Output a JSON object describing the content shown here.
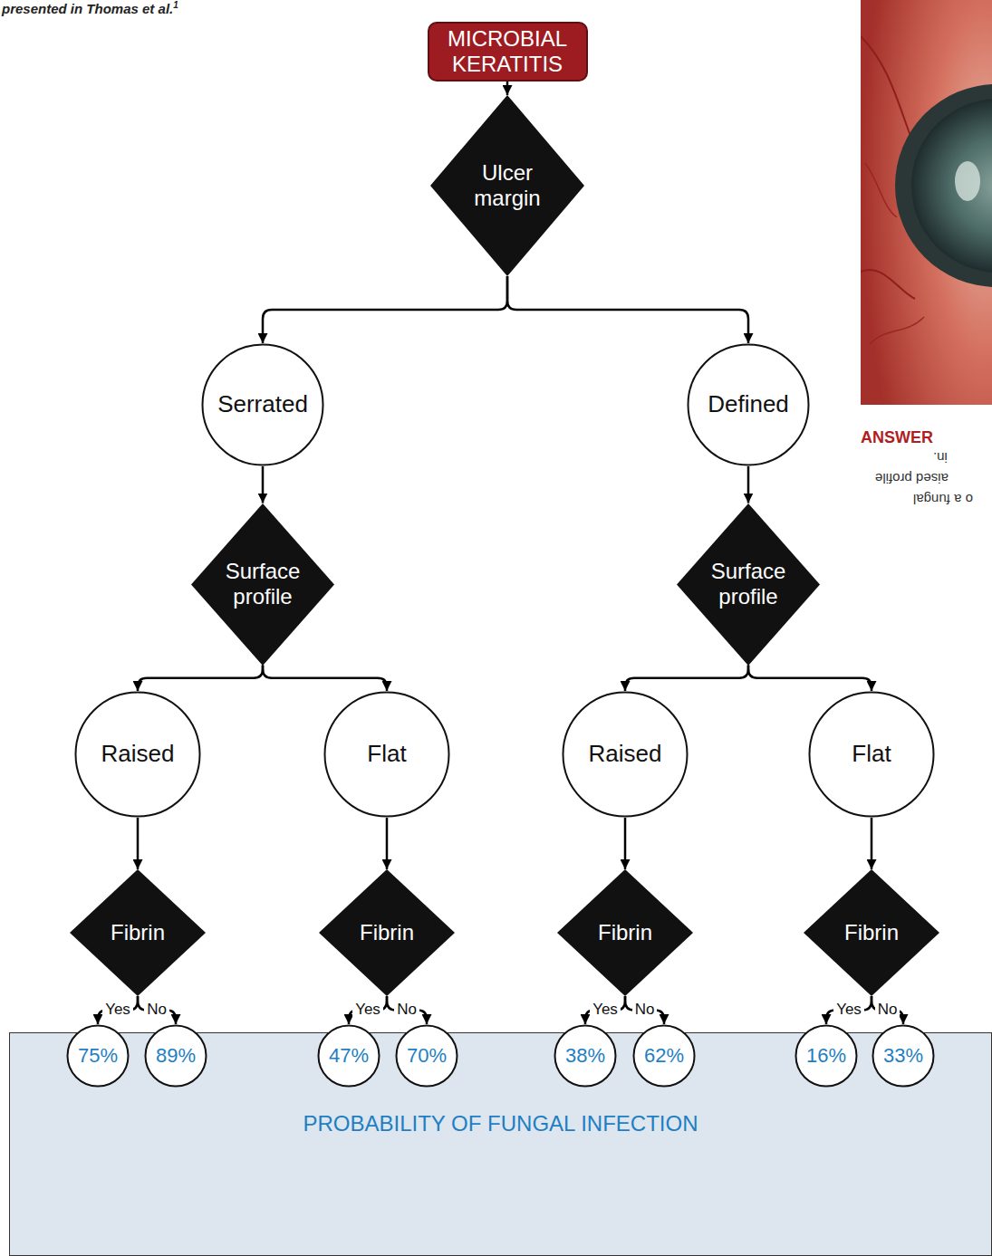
{
  "diagram": {
    "nodes": [
      {
        "text": [
          "MICROBIAL KERATITIS"
        ]
      },
      {
        "text": [
          "Ulcer margin"
        ]
      },
      {
        "text": [
          "Serrated"
        ]
      },
      {
        "text": [
          "Defined"
        ]
      },
      {
        "text": [
          "Surface profile"
        ]
      },
      {
        "text": [
          "Surface profile"
        ]
      },
      {
        "text": [
          "Raised"
        ]
      },
      {
        "text": [
          "Flat"
        ]
      },
      {
        "text": [
          "Raised"
        ]
      },
      {
        "text": [
          "Flat"
        ]
      },
      {
        "text": [
          "Fibrin"
        ]
      },
      {
        "text": [
          "Fibrin"
        ]
      },
      {
        "text": [
          "Fibrin"
        ]
      },
      {
        "text": [
          "Fibrin"
        ]
      },
      {
        "text": [
          "PROBABILITY OF FUNGAL INFECTION"
        ]
      },
      {
        "text": [
          "75%"
        ],
        "in": 14
      },
      {
        "text": [
          "89%"
        ],
        "in": 14
      },
      {
        "text": [
          "47%"
        ],
        "in": 14
      },
      {
        "text": [
          "70%"
        ],
        "in": 14
      },
      {
        "text": [
          "38%"
        ],
        "in": 14
      },
      {
        "text": [
          "62%"
        ],
        "in": 14
      },
      {
        "text": [
          "16%"
        ],
        "in": 14
      },
      {
        "text": [
          "33%"
        ],
        "in": 14
      }
    ],
    "edges": [
      {
        "from": 0,
        "to": 1,
        "arrow": "to"
      },
      {
        "from": 1,
        "to": 2,
        "arrow": "to"
      },
      {
        "from": 1,
        "to": 3,
        "arrow": "to"
      },
      {
        "from": 2,
        "to": 4,
        "arrow": "to"
      },
      {
        "from": 3,
        "to": 5,
        "arrow": "to"
      },
      {
        "from": 4,
        "to": 6,
        "arrow": "to"
      },
      {
        "from": 4,
        "to": 7,
        "arrow": "to"
      },
      {
        "from": 5,
        "to": 8,
        "arrow": "to"
      },
      {
        "from": 5,
        "to": 9,
        "arrow": "to"
      },
      {
        "from": 6,
        "to": 10,
        "arrow": "to"
      },
      {
        "from": 7,
        "to": 11,
        "arrow": "to"
      },
      {
        "from": 8,
        "to": 12,
        "arrow": "to"
      },
      {
        "from": 9,
        "to": 13,
        "arrow": "to"
      },
      {
        "from": 10,
        "to": 15,
        "label": "Yes",
        "arrow": "to"
      },
      {
        "from": 10,
        "to": 16,
        "label": "No",
        "arrow": "to"
      },
      {
        "from": 11,
        "to": 17,
        "label": "Yes",
        "arrow": "to"
      },
      {
        "from": 11,
        "to": 18,
        "label": "No",
        "arrow": "to"
      },
      {
        "from": 12,
        "to": 19,
        "label": "Yes",
        "arrow": "to"
      },
      {
        "from": 12,
        "to": 20,
        "label": "No",
        "arrow": "to"
      },
      {
        "from": 13,
        "to": 21,
        "label": "Yes",
        "arrow": "to"
      },
      {
        "from": 13,
        "to": 22,
        "label": "No",
        "arrow": "to"
      }
    ],
    "labels": [
      "presented in Thomas et al.",
      "1",
      "ANSWER",
      "in.",
      "aised profile",
      "o a fungal"
    ]
  }
}
